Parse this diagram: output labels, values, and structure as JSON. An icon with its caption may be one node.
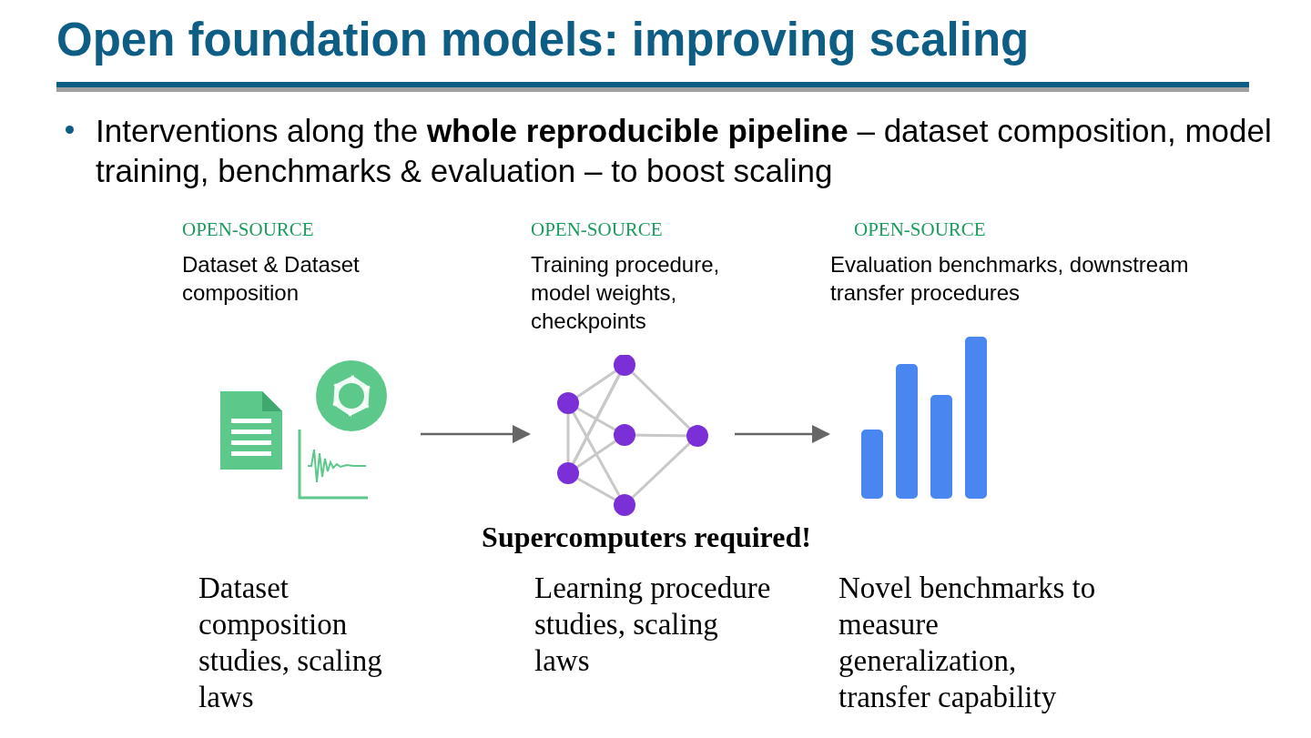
{
  "diagram": {
    "title": "Open foundation models: improving scaling",
    "nodes": [
      {
        "text": [
          "OPEN-SOURCE",
          "Dataset & Dataset composition"
        ],
        "beside": [
          "Dataset composition studies, scaling laws"
        ]
      },
      {
        "text": [
          "OPEN-SOURCE",
          "Training procedure, model weights, checkpoints"
        ],
        "beside": [
          "Supercomputers required!",
          "Learning procedure studies, scaling laws"
        ]
      },
      {
        "text": [
          "OPEN-SOURCE",
          "Evaluation benchmarks, downstream transfer procedures"
        ],
        "beside": [
          "Novel benchmarks to measure generalization, transfer capability"
        ]
      }
    ],
    "edges": [
      {
        "from": 0,
        "to": 1,
        "arrow": "to"
      },
      {
        "from": 1,
        "to": 2,
        "arrow": "to"
      }
    ],
    "labels": [
      "Interventions along the **whole reproducible pipeline** – dataset composition, model training, benchmarks & evaluation – to boost scaling"
    ]
  }
}
